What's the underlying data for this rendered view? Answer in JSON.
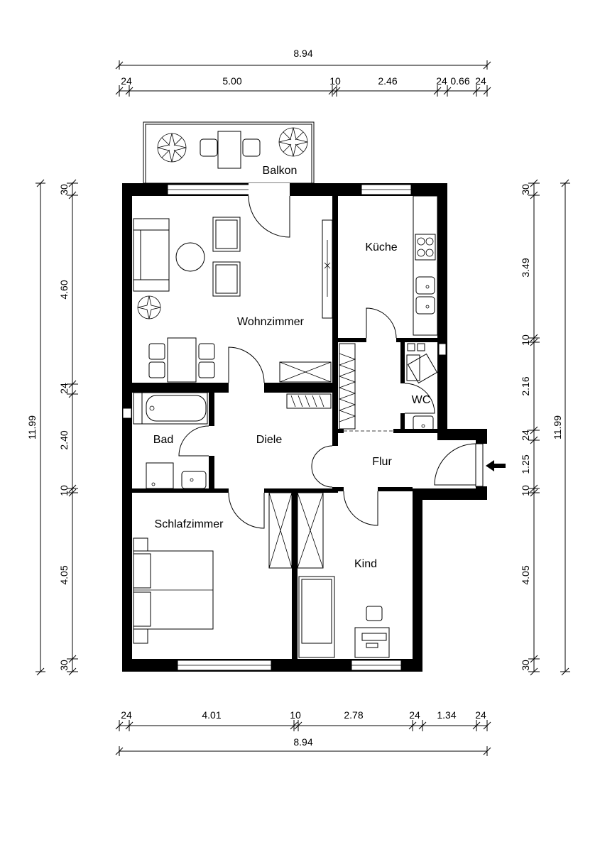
{
  "rooms": {
    "balkon": "Balkon",
    "kueche": "Küche",
    "wohnzimmer": "Wohnzimmer",
    "wc": "WC",
    "bad": "Bad",
    "diele": "Diele",
    "flur": "Flur",
    "schlafzimmer": "Schlafzimmer",
    "kind": "Kind"
  },
  "dimensions": {
    "top_total": "8.94",
    "top_segments": [
      "24",
      "5.00",
      "10",
      "2.46",
      "24",
      "0.66",
      "24"
    ],
    "bottom_segments": [
      "24",
      "4.01",
      "10",
      "2.78",
      "24",
      "1.34",
      "24"
    ],
    "bottom_total": "8.94",
    "left_total": "11.99",
    "left_segments": [
      "30",
      "4.60",
      "24",
      "2.40",
      "10",
      "4.05",
      "30"
    ],
    "right_total": "11.99",
    "right_segments": [
      "30",
      "3.49",
      "10",
      "2.16",
      "24",
      "1.25",
      "10",
      "4.05",
      "30"
    ]
  }
}
